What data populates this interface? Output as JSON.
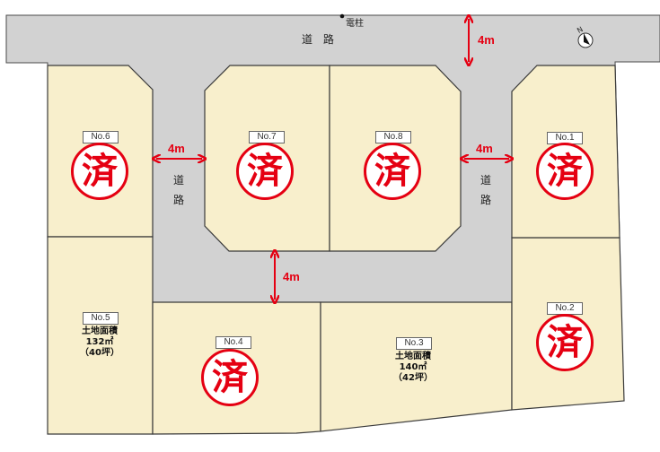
{
  "colors": {
    "road": "#d2d2d2",
    "lot": "#f8efcc",
    "outline": "#3a3a3a",
    "accent_red": "#e50012",
    "stamp_bg": "#ffffff"
  },
  "roads": {
    "top_label": "道 路",
    "left_label_line1": "道",
    "left_label_line2": "路",
    "right_label_line1": "道",
    "right_label_line2": "路"
  },
  "landmarks": {
    "utility_pole": "電柱"
  },
  "compass": {
    "icon": "north-arrow-icon",
    "label": "N"
  },
  "dimensions": {
    "top_road_width": "4m",
    "left_road_width": "4m",
    "right_road_width": "4m",
    "inner_road_width": "4m"
  },
  "lots": [
    {
      "id": "No.1",
      "status": "済",
      "sold": true
    },
    {
      "id": "No.2",
      "status": "済",
      "sold": true
    },
    {
      "id": "No.3",
      "status": "",
      "sold": false,
      "area_label": "土地面積",
      "area_sqm": "140㎡",
      "area_tsubo": "（42坪）"
    },
    {
      "id": "No.4",
      "status": "済",
      "sold": true
    },
    {
      "id": "No.5",
      "status": "",
      "sold": false,
      "area_label": "土地面積",
      "area_sqm": "132㎡",
      "area_tsubo": "（40坪）"
    },
    {
      "id": "No.6",
      "status": "済",
      "sold": true
    },
    {
      "id": "No.7",
      "status": "済",
      "sold": true
    },
    {
      "id": "No.8",
      "status": "済",
      "sold": true
    }
  ]
}
